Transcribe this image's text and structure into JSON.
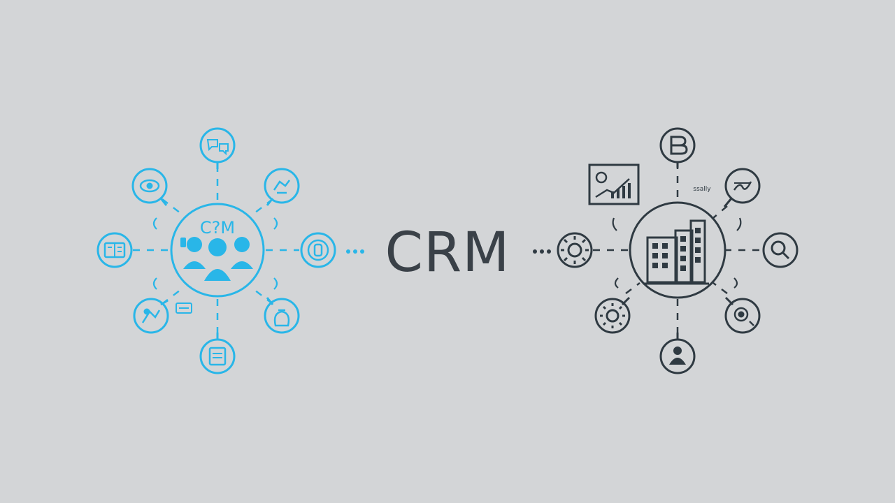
{
  "title": "CRM",
  "colors": {
    "background": "#d3d5d7",
    "left_accent": "#29b6e8",
    "right_accent": "#2f3a42",
    "title": "#3a4148"
  },
  "left_hub": {
    "label": "C?M",
    "center_icon": "people-group-icon",
    "satellites": [
      {
        "name": "chat-bubbles-icon"
      },
      {
        "name": "tag-icon"
      },
      {
        "name": "handshake-icon"
      },
      {
        "name": "rotate-arrows-icon"
      },
      {
        "name": "money-bag-icon"
      },
      {
        "name": "document-icon"
      },
      {
        "name": "team-icon"
      },
      {
        "name": "address-book-icon"
      },
      {
        "name": "chat-mini-icon"
      }
    ]
  },
  "right_hub": {
    "center_icon": "office-building-icon",
    "tiny_label": "ssally",
    "satellites": [
      {
        "name": "bitcoin-b-icon"
      },
      {
        "name": "signature-icon"
      },
      {
        "name": "magnifier-icon"
      },
      {
        "name": "gear-cog-icon"
      },
      {
        "name": "person-icon"
      },
      {
        "name": "gear-icon"
      },
      {
        "name": "settings-icon"
      },
      {
        "name": "analytics-chart-icon"
      }
    ]
  }
}
